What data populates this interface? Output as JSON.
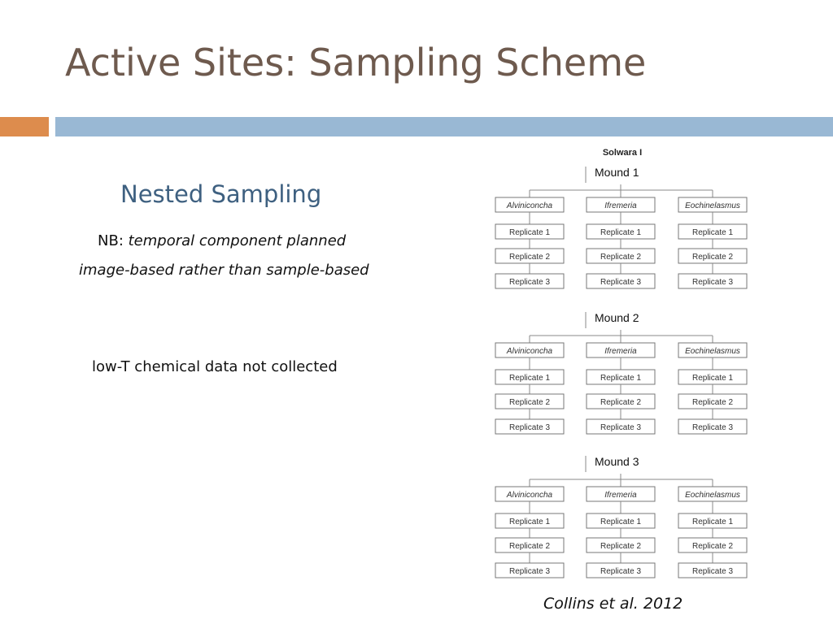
{
  "slide": {
    "title": "Active Sites: Sampling Scheme",
    "subtitle": "Nested Sampling",
    "note1_prefix": "NB: ",
    "note1_italic": "temporal component planned",
    "note2": "image-based rather than sample-based",
    "note3": "low-T chemical data not collected",
    "citation": "Collins et al. 2012",
    "colors": {
      "title": "#6e5a4e",
      "accent_orange": "#dd8c4d",
      "accent_blue": "#99b8d4",
      "subtitle": "#3e6080"
    }
  },
  "diagram": {
    "site": "Solwara I",
    "mounds": [
      {
        "label": "Mound 1",
        "taxa": [
          {
            "name": "Alviniconcha",
            "replicates": [
              "Replicate 1",
              "Replicate 2",
              "Replicate 3"
            ]
          },
          {
            "name": "Ifremeria",
            "replicates": [
              "Replicate 1",
              "Replicate 2",
              "Replicate 3"
            ]
          },
          {
            "name": "Eochinelasmus",
            "replicates": [
              "Replicate 1",
              "Replicate 2",
              "Replicate 3"
            ]
          }
        ]
      },
      {
        "label": "Mound 2",
        "taxa": [
          {
            "name": "Alviniconcha",
            "replicates": [
              "Replicate 1",
              "Replicate 2",
              "Replicate 3"
            ]
          },
          {
            "name": "Ifremeria",
            "replicates": [
              "Replicate 1",
              "Replicate 2",
              "Replicate 3"
            ]
          },
          {
            "name": "Eochinelasmus",
            "replicates": [
              "Replicate 1",
              "Replicate 2",
              "Replicate 3"
            ]
          }
        ]
      },
      {
        "label": "Mound 3",
        "taxa": [
          {
            "name": "Alviniconcha",
            "replicates": [
              "Replicate 1",
              "Replicate 2",
              "Replicate 3"
            ]
          },
          {
            "name": "Ifremeria",
            "replicates": [
              "Replicate 1",
              "Replicate 2",
              "Replicate 3"
            ]
          },
          {
            "name": "Eochinelasmus",
            "replicates": [
              "Replicate 1",
              "Replicate 2",
              "Replicate 3"
            ]
          }
        ]
      }
    ]
  }
}
